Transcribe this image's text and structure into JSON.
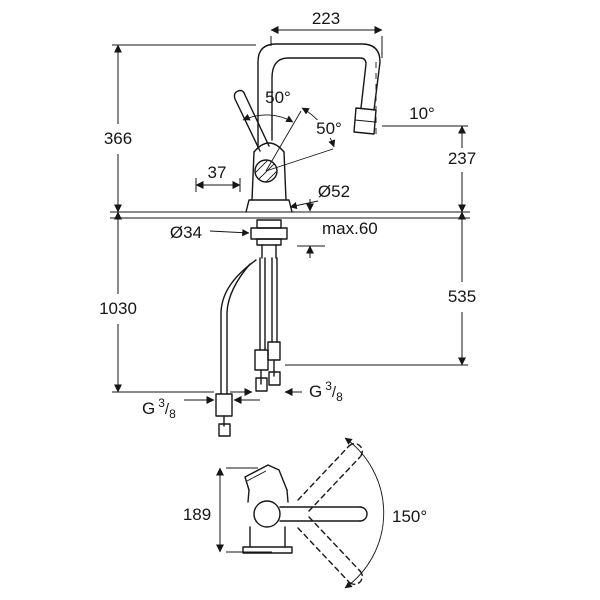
{
  "page": {
    "background": "#ffffff",
    "line_color": "#161616"
  },
  "drawing": {
    "type": "technical-dimension-drawing",
    "subject": "single-lever kitchen faucet with high U-spout: side elevation with installation dimensions, and base view with swivel range"
  },
  "labels": {
    "dim_spout_reach": "223",
    "dim_height_total": "366",
    "angle_lever_a": "50°",
    "angle_lever_b": "50°",
    "angle_outlet": "10°",
    "dim_outlet_height": "237",
    "dim_lever_offset": "37",
    "dia_body": "Ø52",
    "dia_hole": "Ø34",
    "dim_max_deck": "max.60",
    "dim_under_counter": "535",
    "dim_hose_length": "1030",
    "thread_left_g": "G",
    "thread_left_sup": "3",
    "thread_left_slash": "/",
    "thread_left_sub": "8",
    "thread_right_g": "G",
    "thread_right_sup": "3",
    "thread_right_slash": "/",
    "thread_right_sub": "8",
    "dim_base_height": "189",
    "angle_swivel": "150°"
  }
}
